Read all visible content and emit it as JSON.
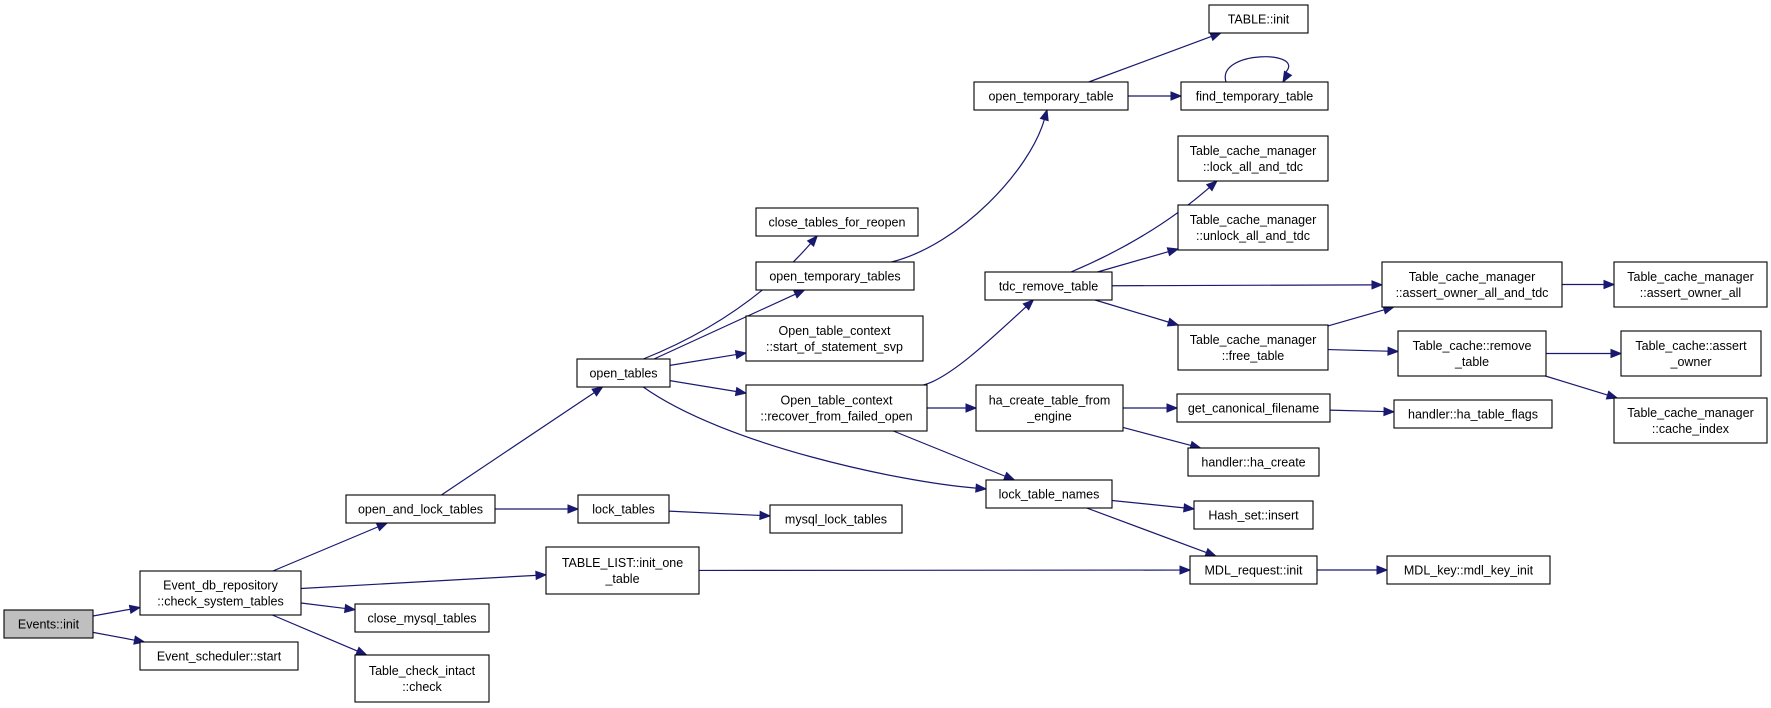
{
  "nodes": {
    "n_events_init": [
      "Events::init"
    ],
    "n_event_db": [
      "Event_db_repository",
      "::check_system_tables"
    ],
    "n_sched_start": [
      "Event_scheduler::start"
    ],
    "n_open_and_lock": [
      "open_and_lock_tables"
    ],
    "n_close_mysql": [
      "close_mysql_tables"
    ],
    "n_tci_check": [
      "Table_check_intact",
      "::check"
    ],
    "n_open_tables": [
      "open_tables"
    ],
    "n_lock_tables": [
      "lock_tables"
    ],
    "n_tl_init_one": [
      "TABLE_LIST::init_one",
      "_table"
    ],
    "n_close_reopen": [
      "close_tables_for_reopen"
    ],
    "n_open_temp_tables": [
      "open_temporary_tables"
    ],
    "n_otc_start": [
      "Open_table_context",
      "::start_of_statement_svp"
    ],
    "n_otc_recover": [
      "Open_table_context",
      "::recover_from_failed_open"
    ],
    "n_mysql_lock": [
      "mysql_lock_tables"
    ],
    "n_open_temp_table": [
      "open_temporary_table"
    ],
    "n_tdc_remove": [
      "tdc_remove_table"
    ],
    "n_ha_create_engine": [
      "ha_create_table_from",
      "_engine"
    ],
    "n_lock_table_names": [
      "lock_table_names"
    ],
    "n_table_init": [
      "TABLE::init"
    ],
    "n_find_temp": [
      "find_temporary_table"
    ],
    "n_tcm_lock_all": [
      "Table_cache_manager",
      "::lock_all_and_tdc"
    ],
    "n_tcm_unlock_all": [
      "Table_cache_manager",
      "::unlock_all_and_tdc"
    ],
    "n_tcm_free": [
      "Table_cache_manager",
      "::free_table"
    ],
    "n_get_canon": [
      "get_canonical_filename"
    ],
    "n_ha_create": [
      "handler::ha_create"
    ],
    "n_hash_insert": [
      "Hash_set::insert"
    ],
    "n_mdl_req_init": [
      "MDL_request::init"
    ],
    "n_tcm_assert_all_tdc": [
      "Table_cache_manager",
      "::assert_owner_all_and_tdc"
    ],
    "n_tc_remove": [
      "Table_cache::remove",
      "_table"
    ],
    "n_ha_flags": [
      "handler::ha_table_flags"
    ],
    "n_mdl_key_init": [
      "MDL_key::mdl_key_init"
    ],
    "n_tcm_assert_all": [
      "Table_cache_manager",
      "::assert_owner_all"
    ],
    "n_tc_assert": [
      "Table_cache::assert",
      "_owner"
    ],
    "n_tcm_cache_index": [
      "Table_cache_manager",
      "::cache_index"
    ]
  },
  "colors": {
    "edge": "#191970",
    "root_fill": "#bfbfbf",
    "node_fill": "#ffffff",
    "node_border": "#000000"
  }
}
